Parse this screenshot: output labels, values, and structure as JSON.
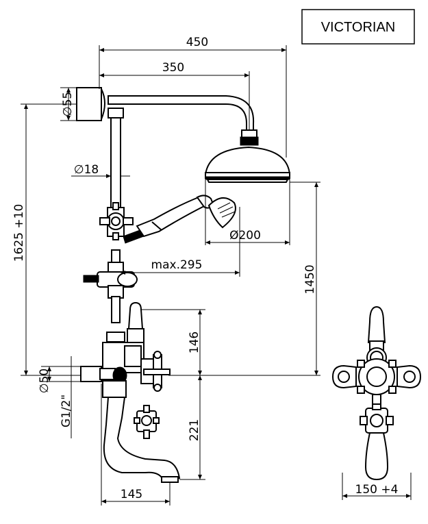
{
  "badge": "VICTORIAN",
  "dims": {
    "d450": "450",
    "d350": "350",
    "d55": "∅55",
    "d18": "∅18",
    "d200": "Ø200",
    "max295": "max.295",
    "d1625": "1625 +10",
    "d1450": "1450",
    "d146": "146",
    "d50": "∅50",
    "g12": "G1/2\"",
    "d221": "221",
    "d145": "145",
    "d150": "150 +4"
  }
}
